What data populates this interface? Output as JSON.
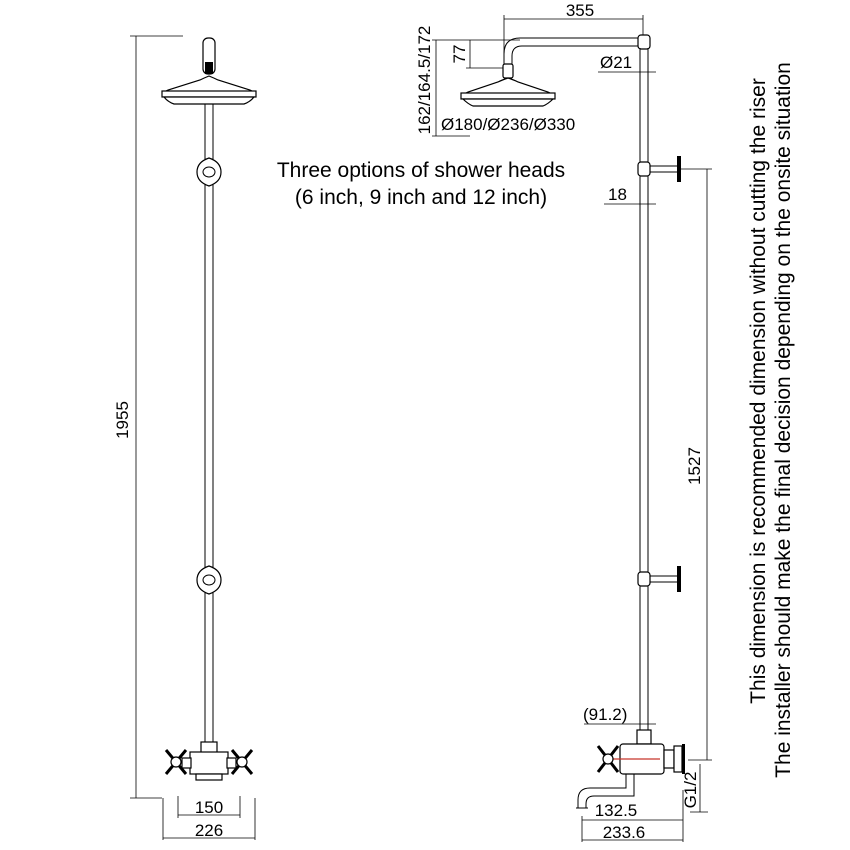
{
  "caption": {
    "line1": "Three options of shower heads",
    "line2": "(6 inch, 9 inch and 12 inch)"
  },
  "note": {
    "line1": "This dimension is recommended dimension without cutting the riser",
    "line2": "The installer should make the final decision depending on the onsite situation"
  },
  "front_view": {
    "height": "1955",
    "inlet_spacing": "150",
    "body_width": "226"
  },
  "side_view": {
    "arm_length": "355",
    "head_height_options": "162/164.5/172",
    "head_offset": "77",
    "riser_diameter": "Ø21",
    "head_diameters": "Ø180/Ø236/Ø330",
    "bracket_offset": "18",
    "bracket_spacing": "1527",
    "wall_offset": "(91.2)",
    "spout_projection": "132.5",
    "total_projection": "233.6",
    "inlet_thread": "G1/2"
  }
}
